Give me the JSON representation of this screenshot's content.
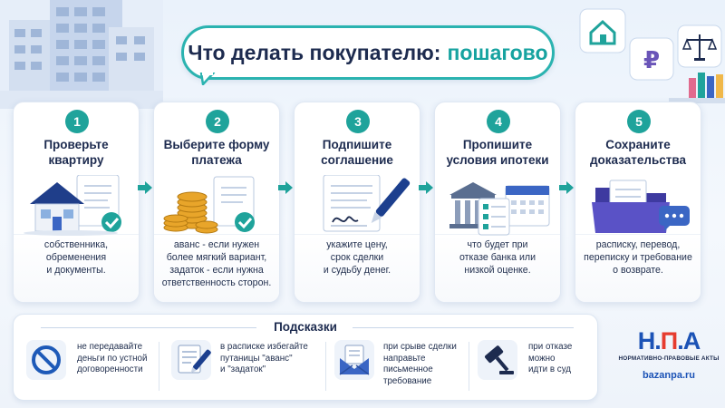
{
  "header": {
    "title_main": "Что делать покупателю:",
    "title_accent": "пошагово"
  },
  "steps": [
    {
      "number": "1",
      "title": "Проверьте квартиру",
      "desc": "собственника,\nобременения\nи документы."
    },
    {
      "number": "2",
      "title": "Выберите форму платежа",
      "desc": "аванс - если нужен\nболее мягкий вариант,\nзадаток - если нужна\nответственность сторон."
    },
    {
      "number": "3",
      "title": "Подпишите соглашение",
      "desc": "укажите цену,\nсрок сделки\nи судьбу денег."
    },
    {
      "number": "4",
      "title": "Пропишите условия ипотеки",
      "desc": "что будет при\nотказе банка или\nнизкой оценке."
    },
    {
      "number": "5",
      "title": "Сохраните доказательства",
      "desc": "расписку, перевод,\nпереписку и требование\nо возврате."
    }
  ],
  "tips": {
    "heading": "Подсказки",
    "items": [
      {
        "text": "не передавайте\nденьги по устной\nдоговоренности"
      },
      {
        "text": "в расписке избегайте\nпутаницы \"аванс\"\nи \"задаток\""
      },
      {
        "text": "при срыве сделки\nнаправьте\nписьменное\nтребование"
      },
      {
        "text": "при отказе можно\nидти в суд"
      }
    ]
  },
  "logo": {
    "letter1": "Н",
    "dot1": ".",
    "letter2": "П",
    "dot2": ".",
    "letter3": "А",
    "subtitle": "НОРМАТИВНО-ПРАВОВЫЕ АКТЫ",
    "site": "bazanpa.ru"
  },
  "icons": {
    "header_icons": [
      "house-icon",
      "ruble-icon",
      "scales-icon"
    ],
    "step_illustrations": [
      "house-document-check-icon",
      "coins-check-icon",
      "signed-document-pen-icon",
      "bank-calendar-checklist-icon",
      "folder-chat-document-icon"
    ],
    "tip_icons": [
      "prohibited-icon",
      "document-pen-icon",
      "envelope-letter-icon",
      "gavel-icon"
    ]
  },
  "colors": {
    "accent_teal": "#1fa39b",
    "title_accent": "#17a3a0",
    "navy": "#1d2b4f",
    "logo_blue": "#1c53b6",
    "logo_red": "#e63c2f"
  }
}
